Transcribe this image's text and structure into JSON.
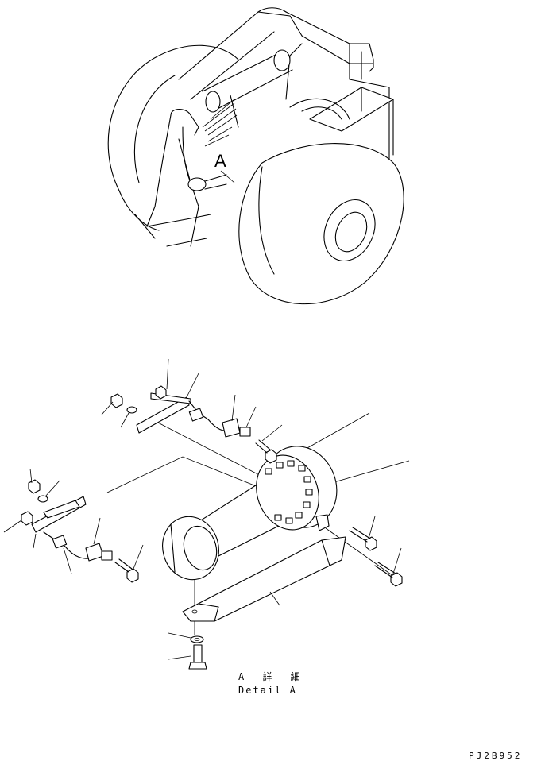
{
  "view_marker": "A",
  "detail_title_jp": "A 詳 細",
  "detail_title_en": "Detail A",
  "drawing_number": "PJ2B952"
}
